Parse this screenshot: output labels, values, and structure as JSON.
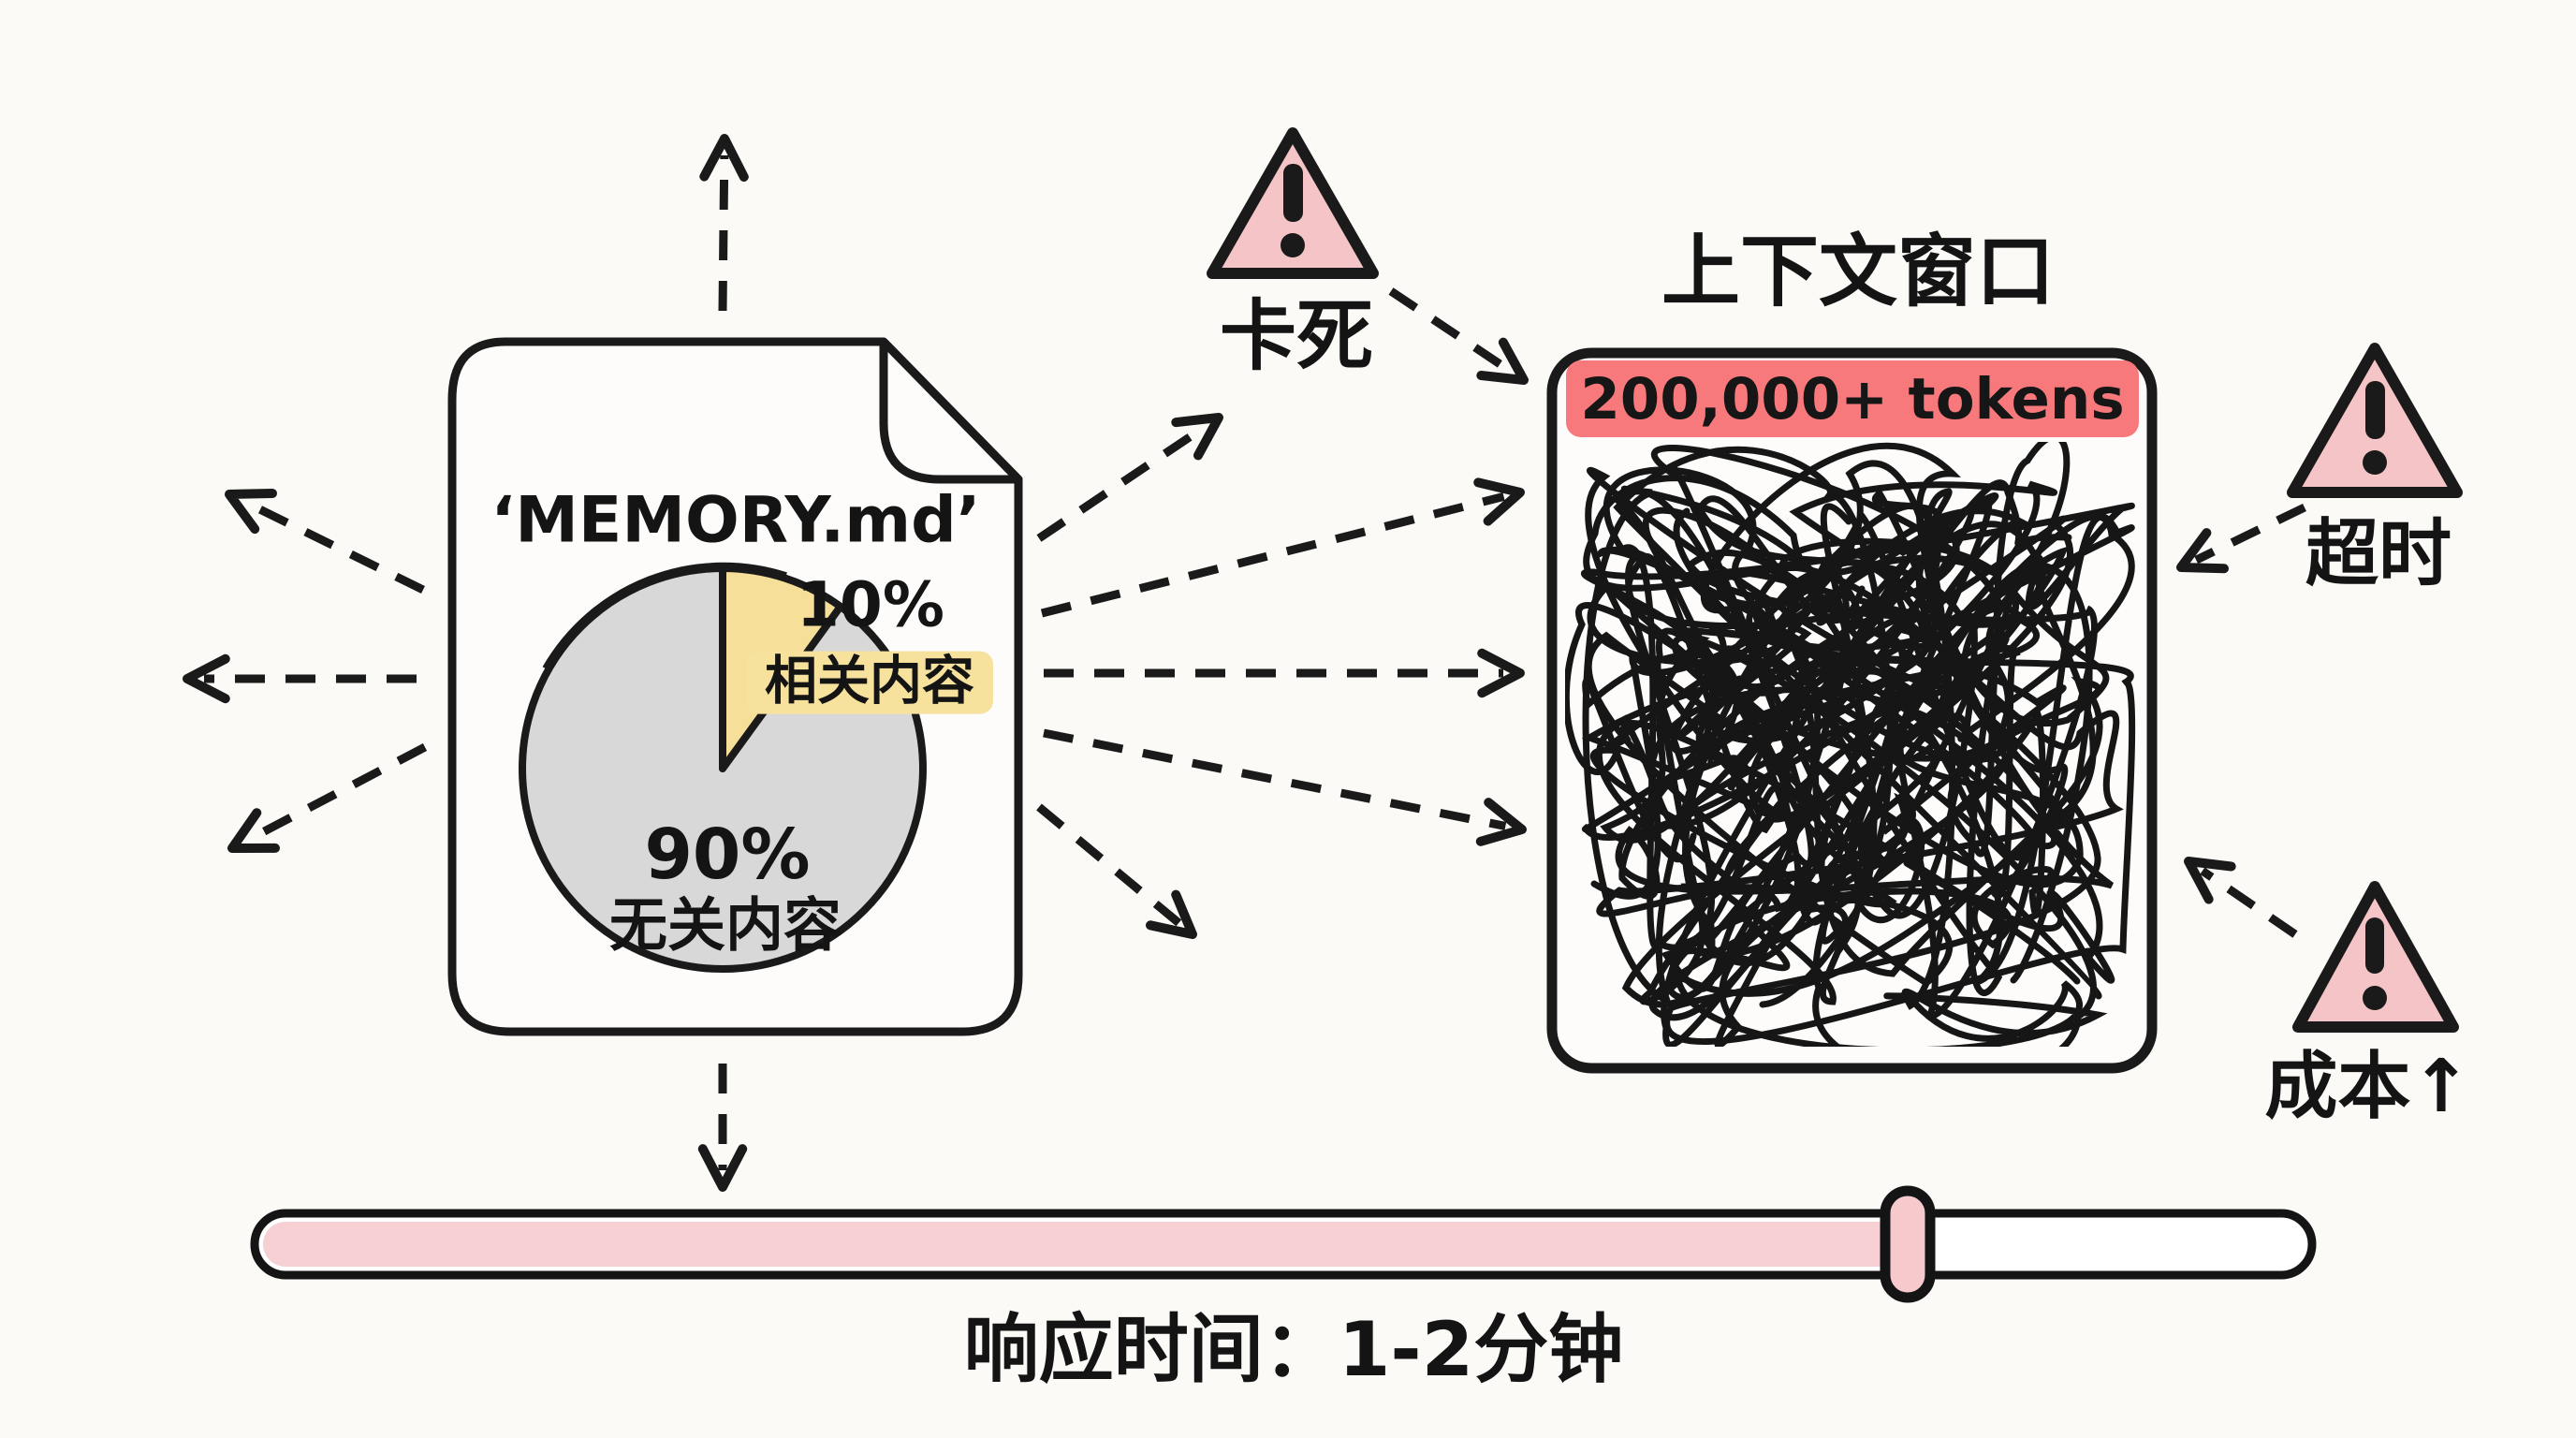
{
  "colors": {
    "background": "#fbfaf7",
    "ink": "#1a1a1a",
    "banner_red": "#f8797c",
    "warning_pink": "#f5c4c6",
    "pie_yellow": "#f5df99",
    "pie_gray": "#d8d8d9",
    "progress_pink": "#f7d0d3"
  },
  "document": {
    "title": "‘MEMORY.md’"
  },
  "pie": {
    "relevant_pct": "10%",
    "relevant_label": "相关内容",
    "irrelevant_pct": "90%",
    "irrelevant_label": "无关内容"
  },
  "chart_data": {
    "type": "pie",
    "title": "‘MEMORY.md’",
    "labels": [
      "相关内容",
      "无关内容"
    ],
    "values": [
      10,
      90
    ],
    "colors": [
      "#f5df99",
      "#d8d8d9"
    ],
    "annotations": [
      "10% 相关内容",
      "90% 无关内容"
    ]
  },
  "warnings": {
    "stuck": {
      "label": "卡死"
    },
    "timeout": {
      "label": "超时"
    },
    "cost": {
      "label": "成本↑"
    }
  },
  "context_window": {
    "title": "上下文窗口",
    "banner": "200,000+ tokens"
  },
  "progress_bar": {
    "fill_ratio": 0.79
  },
  "footer": {
    "label": "响应时间：1-2分钟"
  }
}
